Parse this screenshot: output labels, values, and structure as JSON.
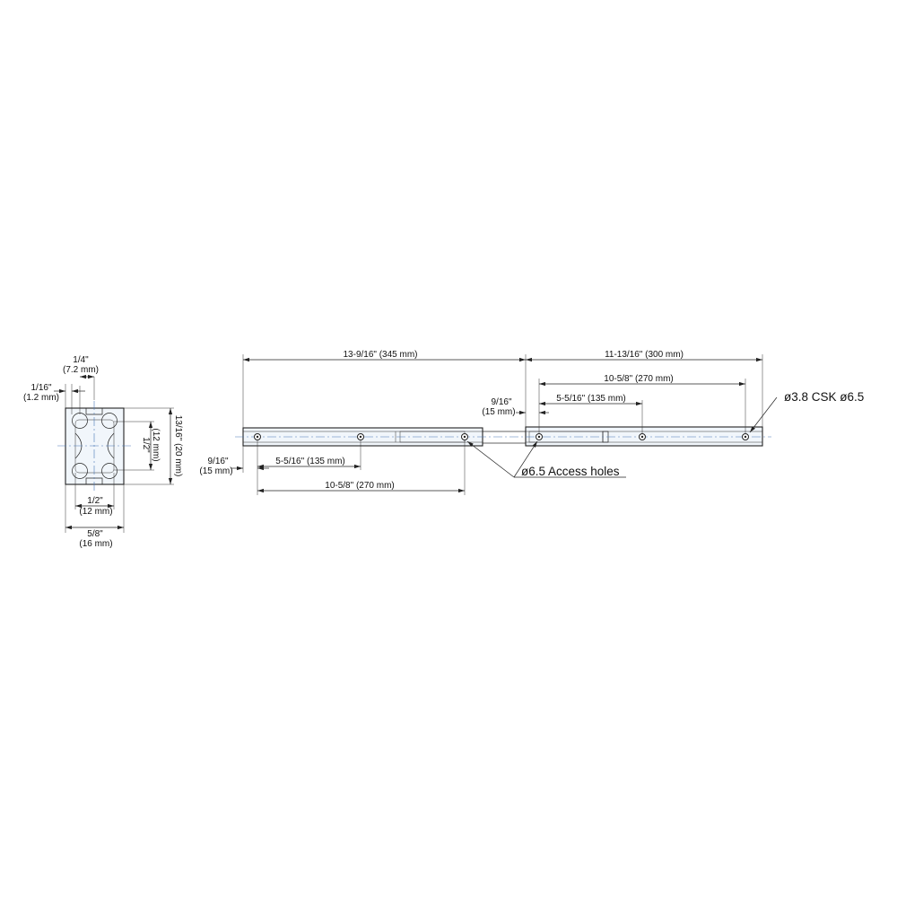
{
  "colors": {
    "line": "#222222",
    "rail_fill": "#f1f6fb",
    "rail_light": "#e4edf7",
    "centerline": "#4a78b8",
    "hatch": "#666666"
  },
  "cross_section": {
    "dim_ball_offset_in": "1/4\"",
    "dim_ball_offset_mm": "(7.2 mm)",
    "dim_wall_in": "1/16\"",
    "dim_wall_mm": "(1.2 mm)",
    "dim_inner_height_in": "1/2\"",
    "dim_inner_height_mm": "(12 mm)",
    "dim_height": "13/16\" (20 mm)",
    "dim_inner_width_in": "1/2\"",
    "dim_inner_width_mm": "(12 mm)",
    "dim_width_in": "5/8\"",
    "dim_width_mm": "(16 mm)"
  },
  "side_view": {
    "dim_closed_length": "13-9/16\" (345 mm)",
    "dim_travel": "11-13/16\" (300 mm)",
    "dim_inner_holes_outer": "10-5/8\" (270 mm)",
    "dim_inner_pitch_upper": "5-5/16\" (135 mm)",
    "dim_offset_upper_in": "9/16\"",
    "dim_offset_upper_mm": "(15 mm)",
    "dim_offset_lower_in": "9/16\"",
    "dim_offset_lower_mm": "(15 mm)",
    "dim_pitch_lower": "5-5/16\" (135 mm)",
    "dim_holes_lower": "10-5/8\" (270 mm)",
    "callout_csk": "ø3.8 CSK ø6.5",
    "callout_access": "ø6.5 Access holes"
  }
}
